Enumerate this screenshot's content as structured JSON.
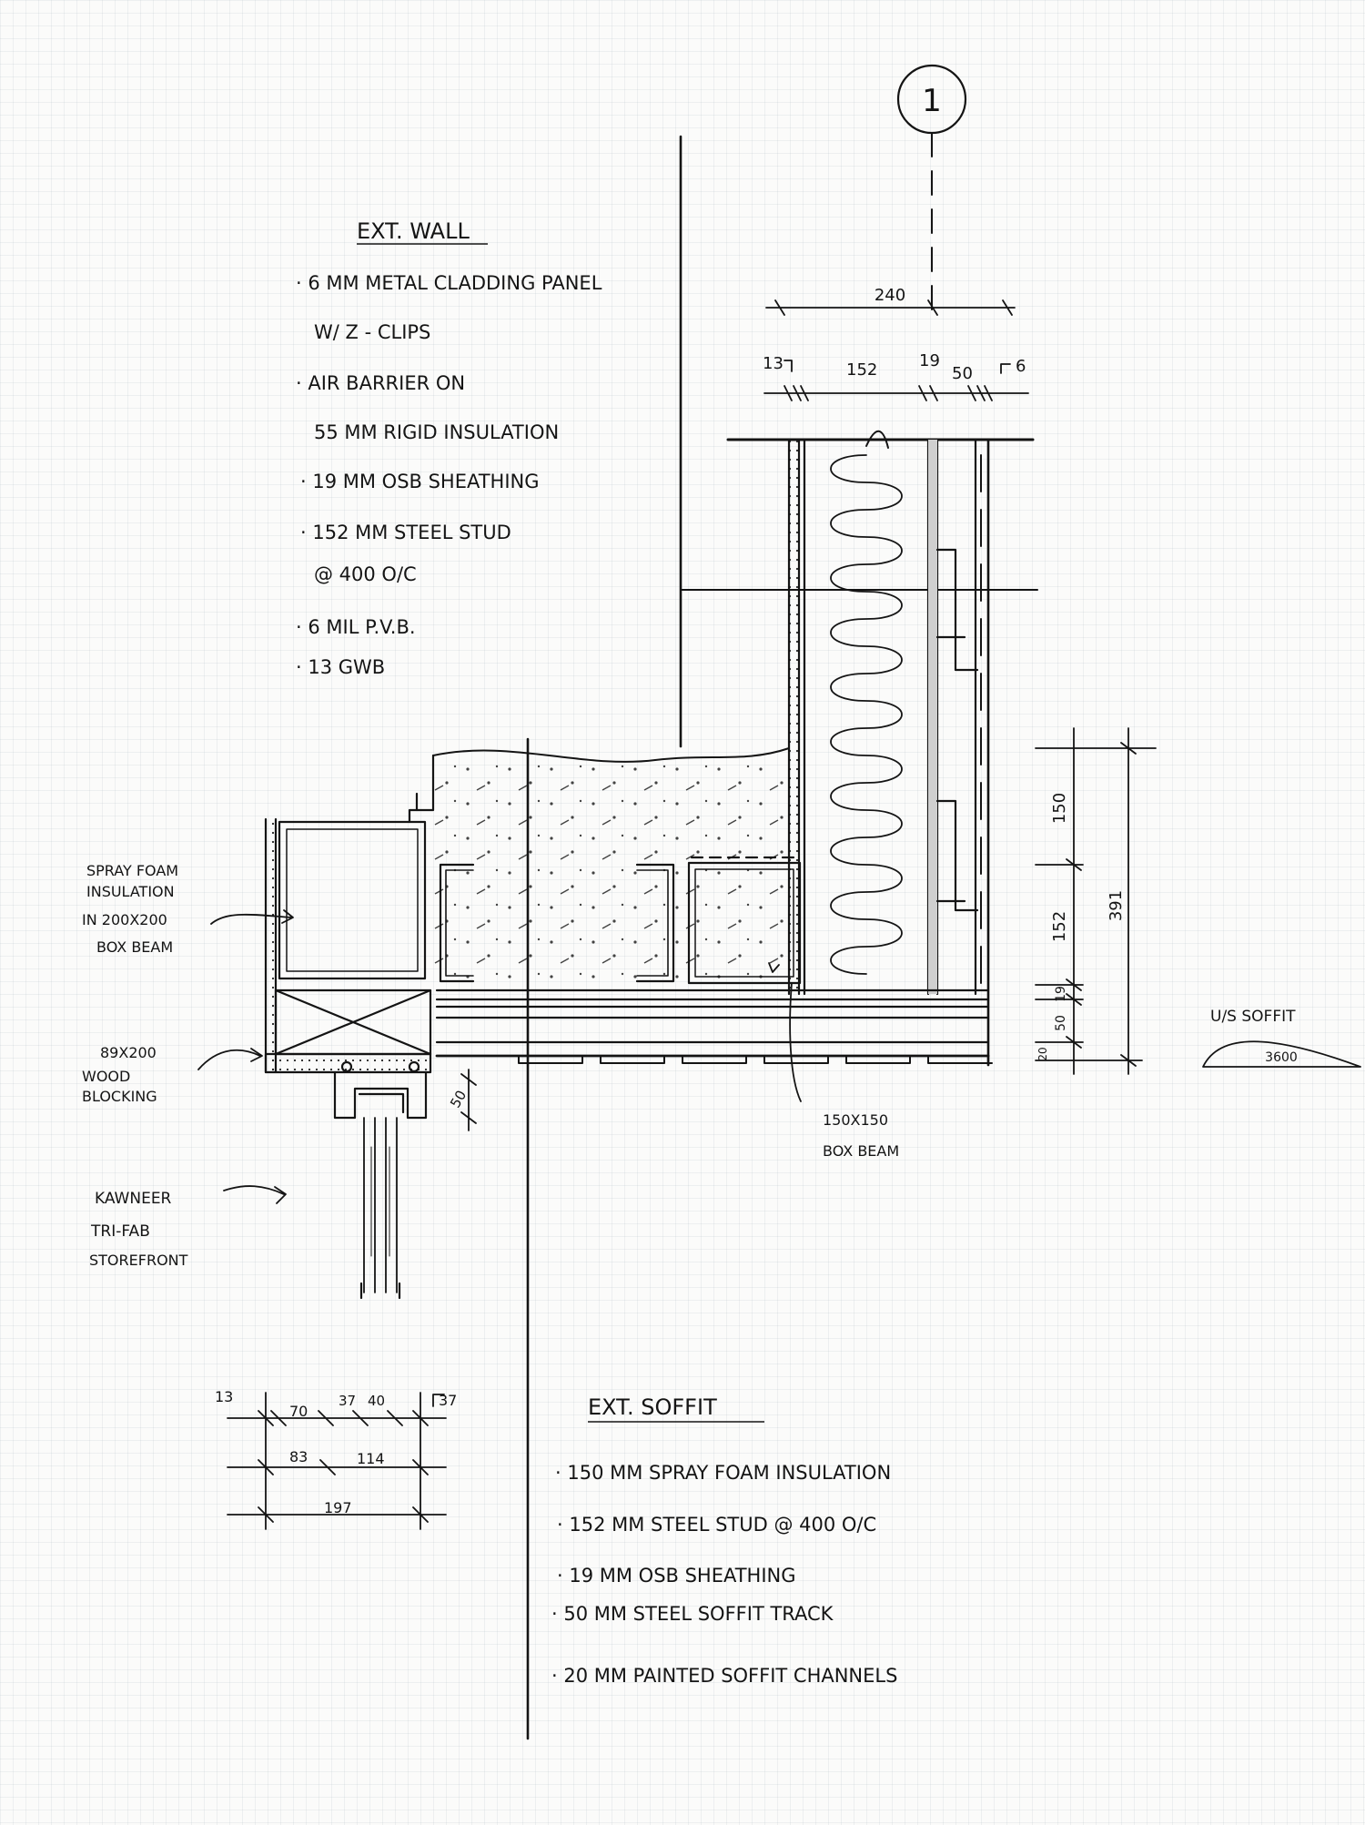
{
  "grid_label": "1",
  "ext_wall": {
    "title": "EXT. WALL",
    "items": [
      "· 6 MM METAL CLADDING PANEL",
      "W/ Z - CLIPS",
      "· AIR BARRIER ON",
      "55 MM RIGID INSULATION",
      "· 19 MM OSB SHEATHING",
      "· 152 MM STEEL STUD",
      "@ 400 O/C",
      "· 6 MIL P.V.B.",
      "· 13 GWB"
    ]
  },
  "wall_dims": {
    "overall": "240",
    "parts": [
      "13",
      "152",
      "19",
      "50",
      "6"
    ]
  },
  "vertical_dims": {
    "parts": [
      "150",
      "152",
      "19",
      "50",
      "20"
    ],
    "overall": "391"
  },
  "soffit_tag": {
    "label": "U/S SOFFIT",
    "elevation": "3600"
  },
  "callouts": {
    "spray_foam": [
      "SPRAY FOAM",
      "INSULATION",
      "IN 200X200",
      "BOX BEAM"
    ],
    "blocking": [
      "89X200",
      "WOOD",
      "BLOCKING"
    ],
    "storefront": [
      "KAWNEER",
      "TRI-FAB",
      "STOREFRONT"
    ],
    "box_beam": [
      "150X150",
      "BOX BEAM"
    ],
    "frame_dim": "50"
  },
  "storefront_dims": {
    "row1": [
      "13",
      "70",
      "37",
      "40",
      "37"
    ],
    "row2": [
      "83",
      "114"
    ],
    "row3": [
      "197"
    ]
  },
  "ext_soffit": {
    "title": "EXT. SOFFIT",
    "items": [
      "· 150 MM SPRAY FOAM INSULATION",
      "· 152 MM STEEL STUD @ 400 O/C",
      "· 19 MM OSB SHEATHING",
      "· 50 MM STEEL SOFFIT TRACK",
      "· 20 MM PAINTED SOFFIT CHANNELS"
    ]
  }
}
